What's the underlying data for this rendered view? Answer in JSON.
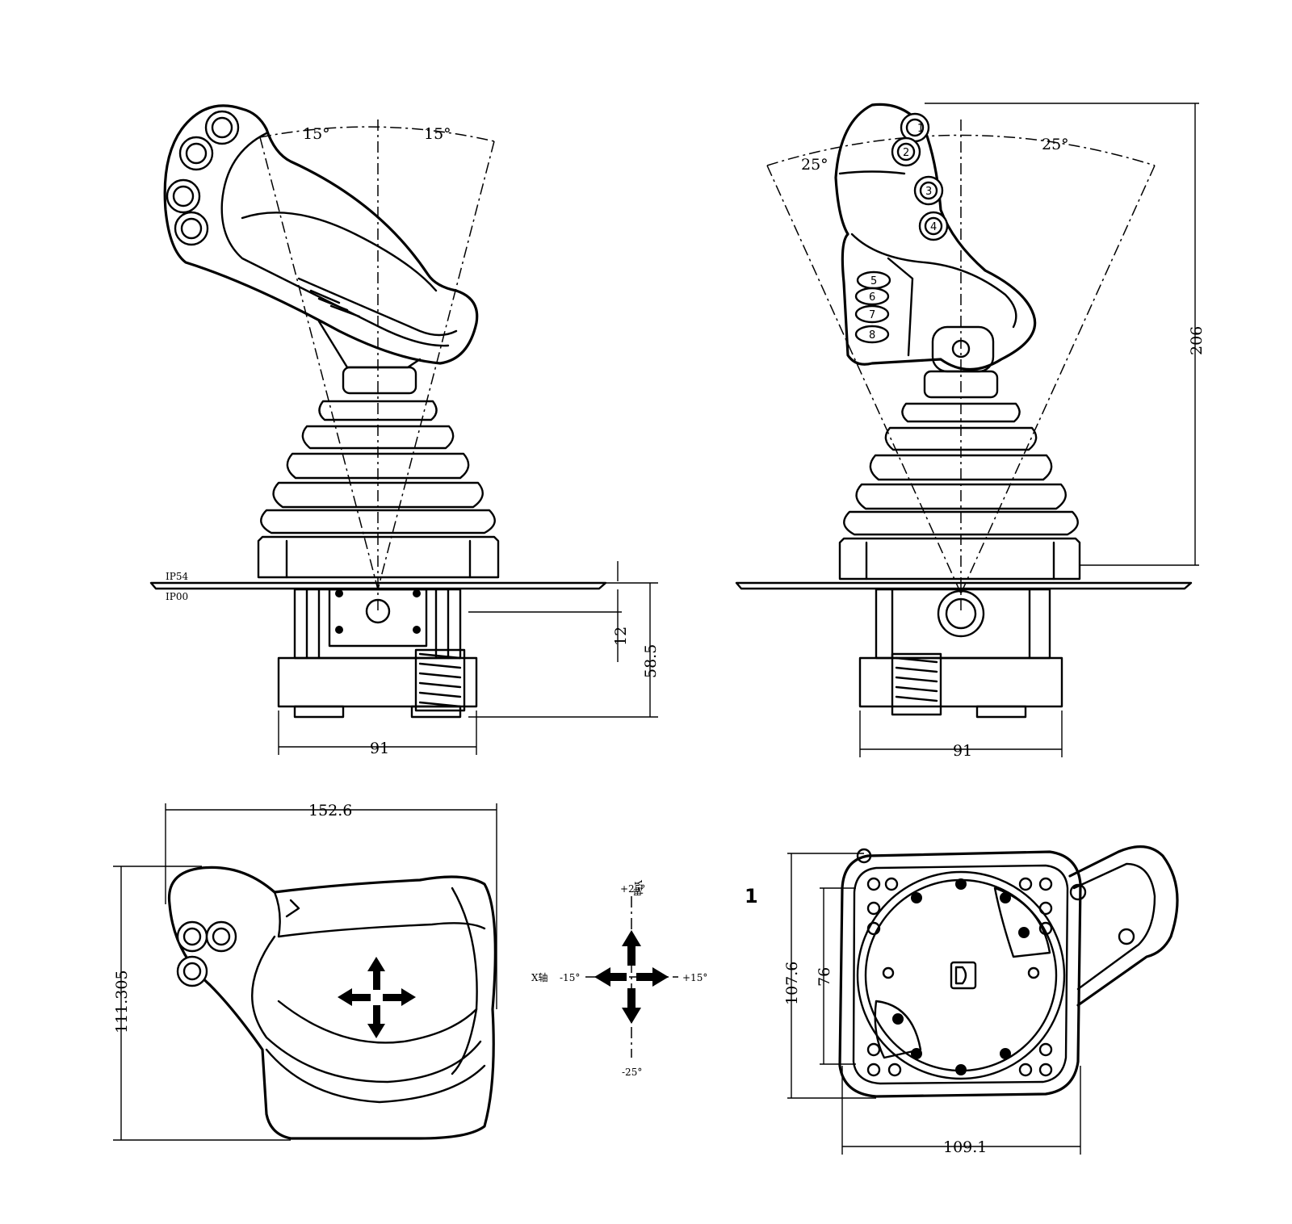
{
  "views": {
    "front_view": {
      "angle_left": "15°",
      "angle_right": "15°",
      "mount_top_label": "IP54",
      "mount_bottom_label": "IP00",
      "dim_small": "12",
      "dim_height": "58.5",
      "dim_width": "91"
    },
    "side_view": {
      "angle_left": "25°",
      "angle_right": "25°",
      "dim_total_height": "206",
      "dim_width": "91",
      "button_numbers": [
        "1",
        "2",
        "3",
        "4",
        "5",
        "6",
        "7",
        "8"
      ]
    },
    "top_view": {
      "dim_length": "152.6",
      "dim_depth": "111.305"
    },
    "axis_legend": {
      "y_axis": "Y轴",
      "y_positive": "+25°",
      "y_negative": "-25°",
      "x_axis": "X轴",
      "x_negative": "-15°",
      "x_positive": "+15°"
    },
    "bottom_view": {
      "view_number": "1",
      "dim_outer_height": "107.6",
      "dim_inner_height": "76",
      "dim_width": "109.1"
    }
  }
}
